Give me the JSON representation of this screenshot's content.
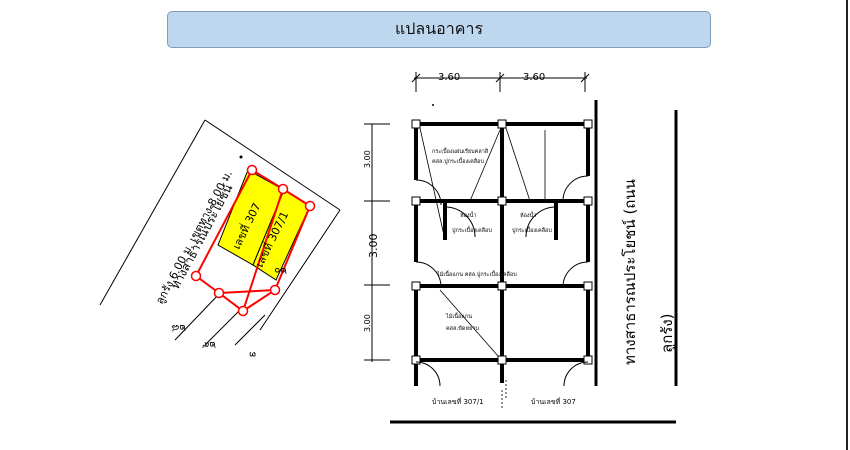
{
  "page_title": "แปลนอาคาร",
  "site_map": {
    "road_label_line1": "ทางสาธารณประโยชน์",
    "road_label_line2": "ลูกรัง,6.00 ม. เขตทาง 8.00 ม.",
    "lot_307": "เลขที่ 307",
    "lot_307_1": "เลขที่ 307/1",
    "neighbor_1": "๒๐",
    "neighbor_2": "๒๘",
    "neighbor_3": "๒๙",
    "neighbor_4": "๓",
    "lot_fill_color": "#ffff00",
    "boundary_color": "#ff0000"
  },
  "floor_plan": {
    "dim_top_left": "3.60",
    "dim_top_right": "3.60",
    "dim_left_1": "3.00",
    "dim_left_2": "3.00",
    "dim_left_3": "3.00",
    "room_top_a": "กระเบื้องแผ่นเรียบคลาสิ",
    "room_top_b": "คสล.ปูกระเบื้องเคลือบ",
    "bath_left_a": "ห้องน้ำ",
    "bath_left_b": "ปูกระเบื้องเคลือบ",
    "bath_right_a": "ห้องน้ำ",
    "bath_right_b": "ปูกระเบื้องเคลือบ",
    "room_mid": "ไม้เนื้อแกน คสล.ปูกระเบื้องเคลือบ",
    "room_low_a": "ไม้เนื้อแกน",
    "room_low_b": "คสล.ขัดหยาบ",
    "unit_left": "บ้านเลขที่ 307/1",
    "unit_right": "บ้านเลขที่ 307",
    "road_label_line1": "ทางสาธารณประโยชน์ (ถนน",
    "road_label_line2": "ลูกรัง)"
  }
}
